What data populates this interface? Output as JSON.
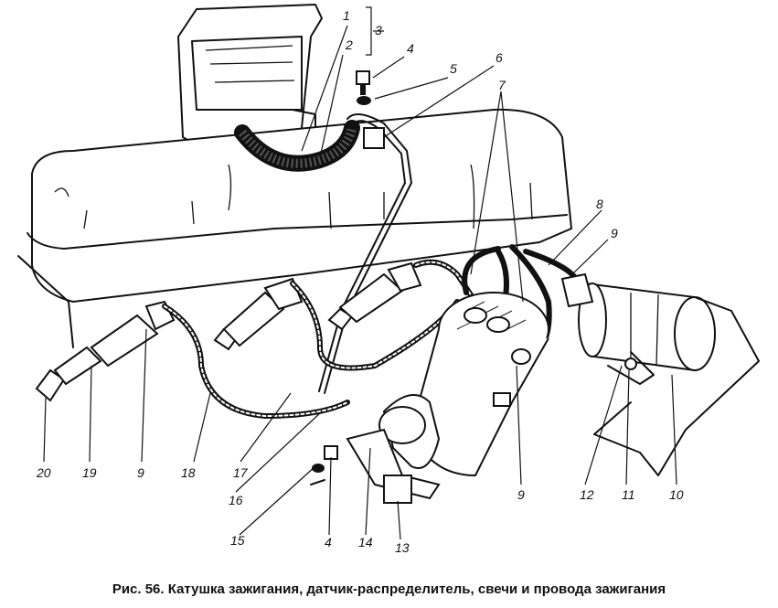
{
  "caption": "Рис. 56. Катушка зажигания, датчик-распределитель, свечи и провода зажигания",
  "callouts": [
    "1",
    "2",
    "3",
    "4",
    "5",
    "6",
    "7",
    "8",
    "9",
    "9",
    "18",
    "17",
    "16",
    "15",
    "4",
    "14",
    "13",
    "9",
    "12",
    "11",
    "10",
    "20",
    "19"
  ]
}
